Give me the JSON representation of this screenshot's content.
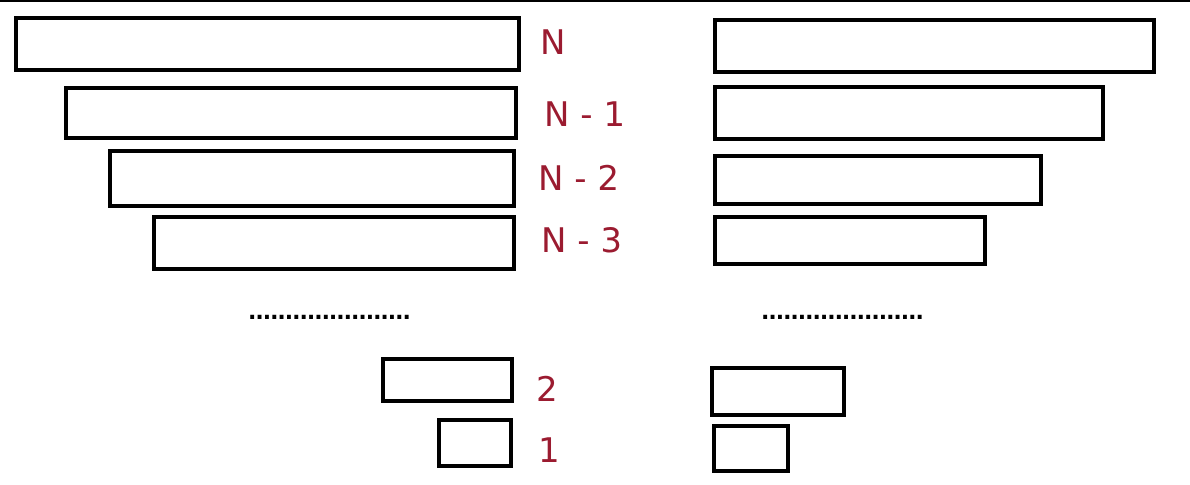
{
  "diagram": {
    "label_color": "#9b1b30",
    "line_color": "#000000",
    "levels": [
      {
        "label": "N"
      },
      {
        "label": "N - 1"
      },
      {
        "label": "N - 2"
      },
      {
        "label": "N - 3"
      },
      {
        "label": "2"
      },
      {
        "label": "1"
      }
    ],
    "ellipsis_left": "......................",
    "ellipsis_right": "......................"
  }
}
